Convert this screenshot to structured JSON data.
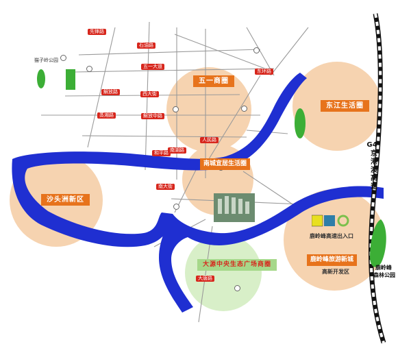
{
  "zones": {
    "wuyi": "五一商圈",
    "dongjiang": "东江生活圈",
    "nancheng": "南城宜居生活圈",
    "shatou": "沙头洲新区",
    "dayuan": "大源中央生态广场商圈",
    "lumingfeng_new": "鹿岭峰旅游新城"
  },
  "highway": {
    "code": "G4",
    "name_chars": [
      "京",
      "港",
      "澳",
      "高",
      "速"
    ],
    "exit_label": "鹿岭峰高速出入口"
  },
  "places": {
    "high_tech": "高新开发区",
    "park_lines": [
      "鹿岭峰",
      "森林公园"
    ],
    "small_park": "猫子岭公园"
  },
  "road_tags": [
    "五一大道",
    "石油路",
    "解放路",
    "西大街",
    "蒸湘路",
    "人民路",
    "解放中路",
    "先锋路",
    "和平路",
    "南大街",
    "东环路",
    "南湖路",
    "大唐路"
  ],
  "colors": {
    "river": "#1f2fd1",
    "zone_circle": "#f6d3b0",
    "green_circle": "#d8efc8",
    "zone_tag": "#e7731c",
    "road_tag": "#d7261c",
    "park": "#3cae36"
  }
}
